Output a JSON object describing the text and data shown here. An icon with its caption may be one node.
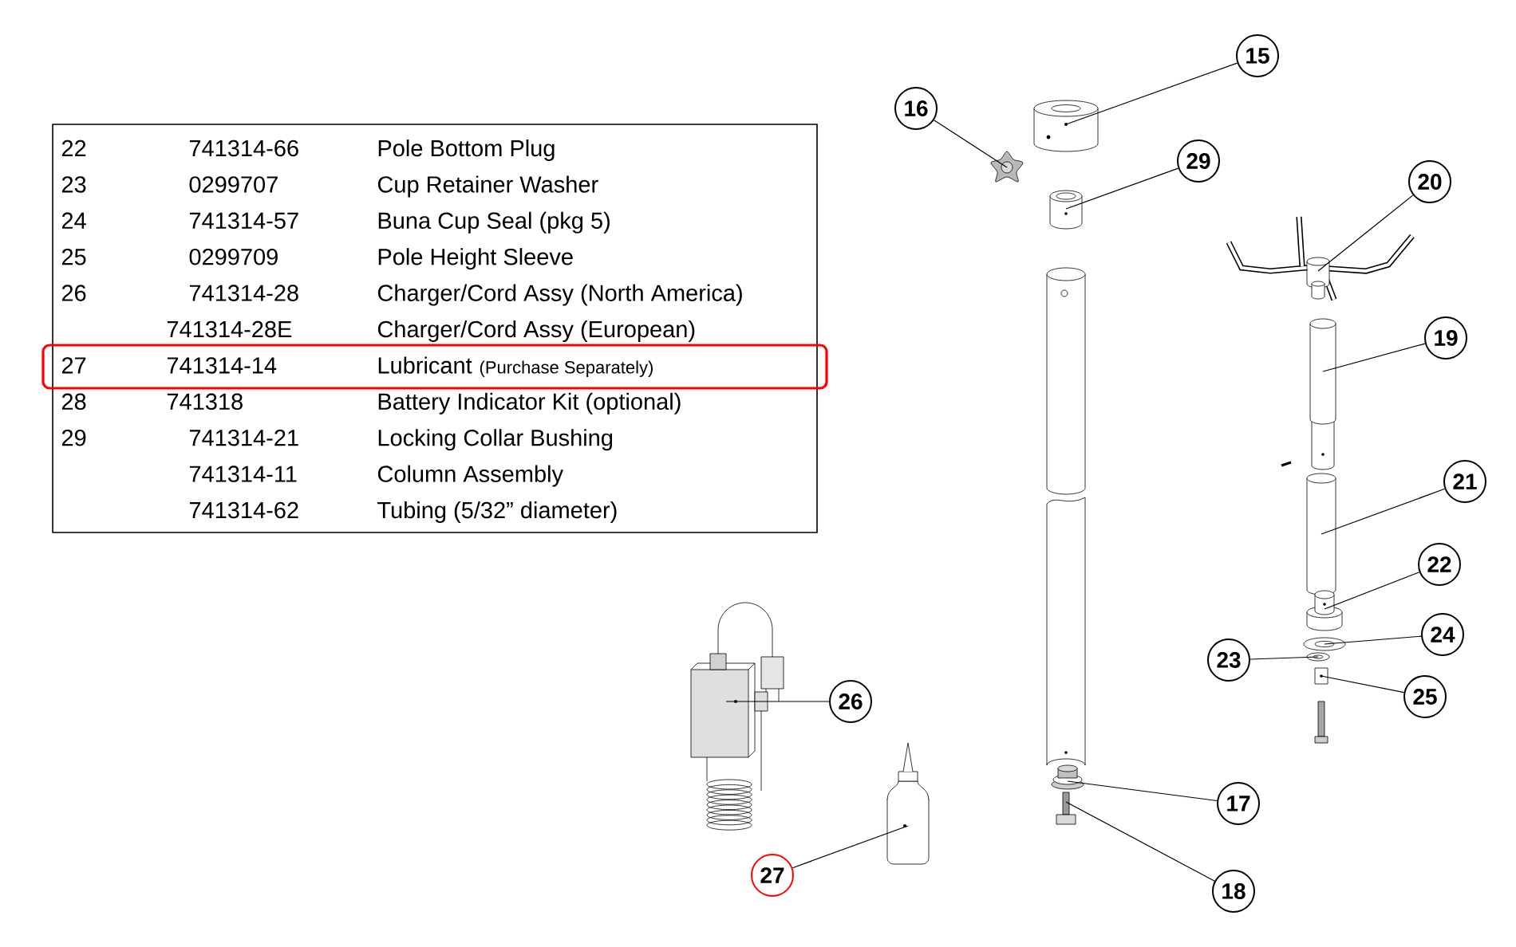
{
  "diagram": {
    "nodes": [
      {
        "text": [
          "15"
        ]
      },
      {
        "text": [],
        "shape": "picture"
      },
      {
        "text": [
          "16"
        ]
      },
      {
        "text": [],
        "shape": "picture"
      },
      {
        "text": [
          "29"
        ]
      },
      {
        "text": [],
        "shape": "picture"
      },
      {
        "text": [
          "20"
        ]
      },
      {
        "text": [],
        "shape": "picture"
      },
      {
        "text": [
          "19"
        ]
      },
      {
        "text": [],
        "shape": "cylinder"
      },
      {
        "text": [
          "21"
        ]
      },
      {
        "text": [],
        "shape": "cylinder"
      },
      {
        "text": [
          "22"
        ]
      },
      {
        "text": [],
        "shape": "picture"
      },
      {
        "text": [
          "24"
        ]
      },
      {
        "text": [],
        "shape": "picture"
      },
      {
        "text": [
          "23"
        ]
      },
      {
        "text": [],
        "shape": "picture"
      },
      {
        "text": [
          "25"
        ]
      },
      {
        "text": [],
        "shape": "picture"
      },
      {
        "text": [
          "26"
        ]
      },
      {
        "text": [],
        "shape": "picture"
      },
      {
        "text": [
          "27"
        ]
      },
      {
        "text": [],
        "shape": "picture"
      },
      {
        "text": [
          "17"
        ]
      },
      {
        "text": [],
        "shape": "picture"
      },
      {
        "text": [
          "18"
        ]
      },
      {
        "text": [],
        "shape": "picture"
      }
    ],
    "edges": [
      {
        "from": 0,
        "to": 1,
        "arrow": "none"
      },
      {
        "from": 2,
        "to": 3,
        "arrow": "none"
      },
      {
        "from": 4,
        "to": 5,
        "arrow": "none"
      },
      {
        "from": 6,
        "to": 7,
        "arrow": "none"
      },
      {
        "from": 8,
        "to": 9,
        "arrow": "none"
      },
      {
        "from": 10,
        "to": 11,
        "arrow": "none"
      },
      {
        "from": 12,
        "to": 13,
        "arrow": "none"
      },
      {
        "from": 14,
        "to": 15,
        "arrow": "none"
      },
      {
        "from": 16,
        "to": 17,
        "arrow": "none"
      },
      {
        "from": 18,
        "to": 19,
        "arrow": "none"
      },
      {
        "from": 20,
        "to": 21,
        "arrow": "none"
      },
      {
        "from": 22,
        "to": 23,
        "arrow": "none"
      },
      {
        "from": 24,
        "to": 25,
        "arrow": "none"
      },
      {
        "from": 26,
        "to": 27,
        "arrow": "none"
      }
    ],
    "labels": [
      "22",
      "741314-66",
      "Pole Bottom Plug",
      "23",
      "0299707",
      "Cup Retainer Washer",
      "24",
      "741314-57",
      "Buna Cup Seal (pkg 5)",
      "25",
      "0299709",
      "Pole Height Sleeve",
      "26",
      "741314-28",
      "Charger/Cord Assy (North America)",
      "741314-28E",
      "Charger/Cord Assy (European)",
      "27",
      "741314-14",
      "Lubricant",
      "(Purchase Separately)",
      "28",
      "741318",
      "Battery Indicator Kit (optional)",
      "29",
      "741314-21",
      "Locking Collar Bushing",
      "741314-11",
      "Column Assembly",
      "741314-62",
      "Tubing (5/32” diameter)"
    ]
  }
}
